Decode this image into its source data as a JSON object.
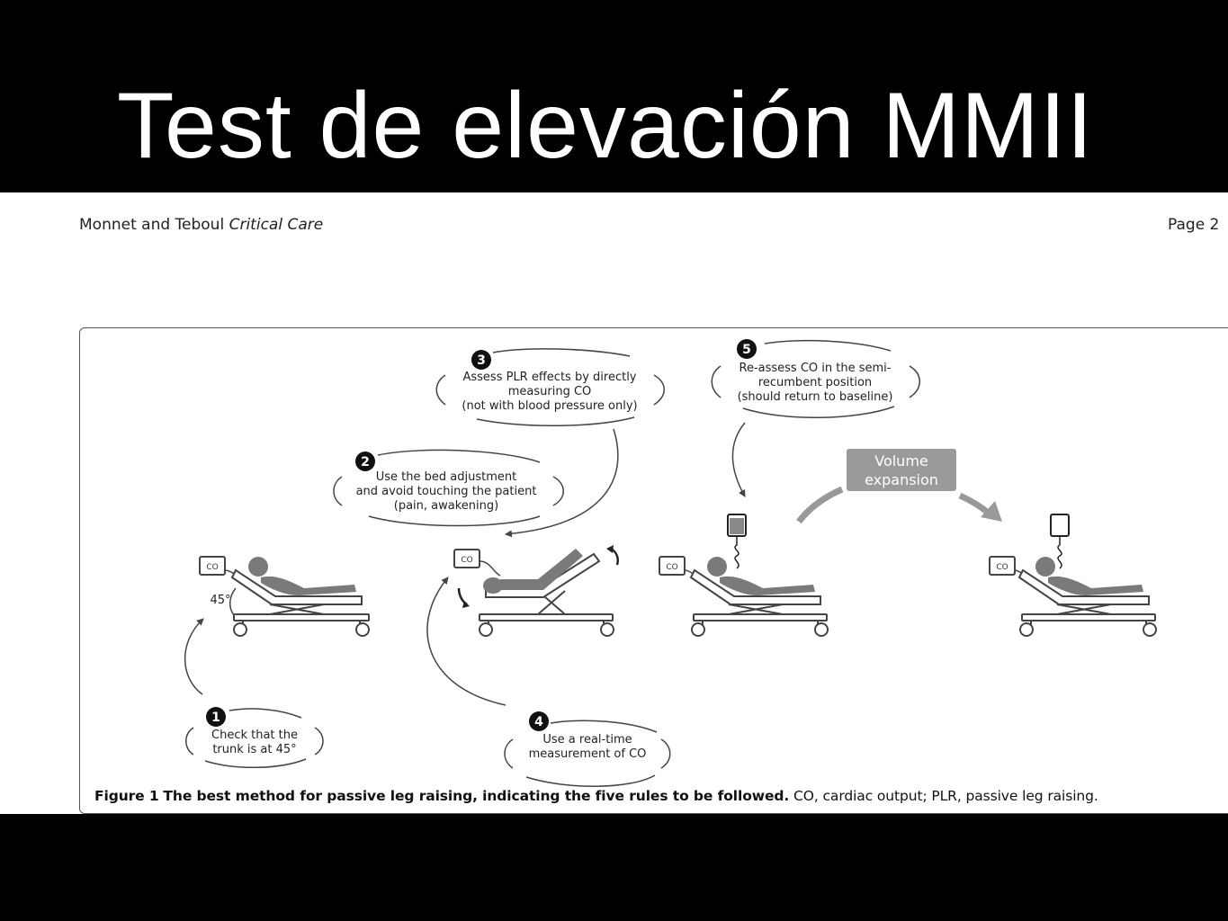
{
  "slide": {
    "title": "Test de elevación MMII"
  },
  "paper": {
    "header_authors": "Monnet and Teboul",
    "header_journal": "Critical Care",
    "page_label": "Page 2"
  },
  "figure": {
    "caption_label": "Figure 1",
    "caption_bold": "The best method for passive leg raising, indicating the five rules to be followed.",
    "caption_rest": "CO, cardiac output; PLR, passive leg raising.",
    "monitor_label": "CO",
    "angle_label": "45°",
    "volume_box": [
      "Volume",
      "expansion"
    ],
    "steps": [
      {
        "num": "1",
        "lines": [
          "Check that the",
          "trunk is at 45°"
        ]
      },
      {
        "num": "2",
        "lines": [
          "Use the bed adjustment",
          "and avoid touching the patient",
          "(pain, awakening)"
        ]
      },
      {
        "num": "3",
        "lines": [
          "Assess PLR effects by directly",
          "measuring CO",
          "(not with blood pressure only)"
        ]
      },
      {
        "num": "4",
        "lines": [
          "Use a real-time",
          "measurement of CO"
        ]
      },
      {
        "num": "5",
        "lines": [
          "Re-assess CO in the semi-",
          "recumbent position",
          "(should return to baseline)"
        ]
      }
    ]
  }
}
